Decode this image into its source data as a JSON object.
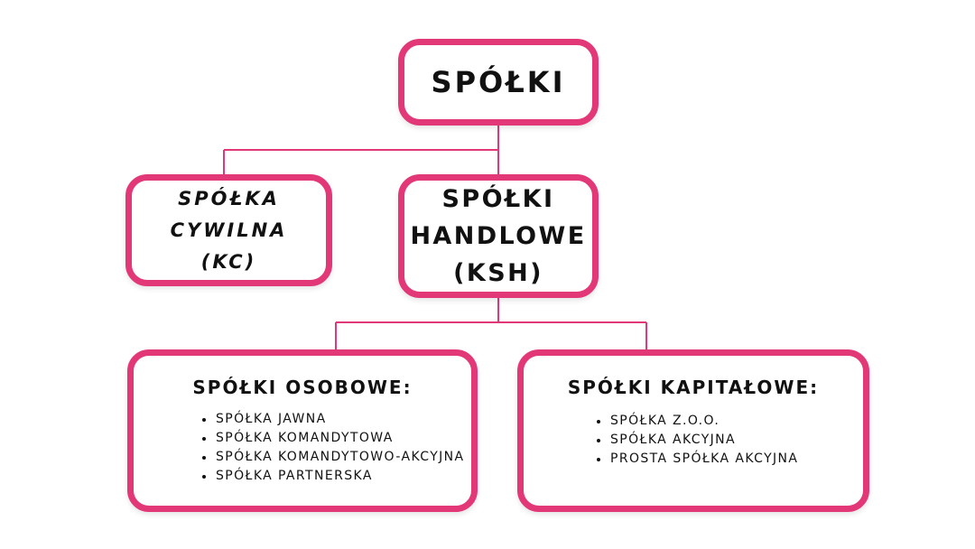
{
  "colors": {
    "accent": "#e33877",
    "text": "#111111",
    "background": "#ffffff"
  },
  "root": {
    "title": "SPÓŁKI"
  },
  "civil": {
    "lines": [
      "SPÓŁKA",
      "CYWILNA",
      "(KC)"
    ]
  },
  "commercial": {
    "lines": [
      "SPÓŁKI",
      "HANDLOWE",
      "(KSH)"
    ]
  },
  "partnership": {
    "title": "SPÓŁKI OSOBOWE:",
    "items": [
      "SPÓŁKA JAWNA",
      "SPÓŁKA KOMANDYTOWA",
      "SPÓŁKA KOMANDYTOWO-AKCYJNA",
      "SPÓŁKA PARTNERSKA"
    ]
  },
  "capital": {
    "title": "SPÓŁKI KAPITAŁOWE:",
    "items": [
      "SPÓŁKA Z.O.O.",
      "SPÓŁKA AKCYJNA",
      "PROSTA SPÓŁKA AKCYJNA"
    ]
  }
}
